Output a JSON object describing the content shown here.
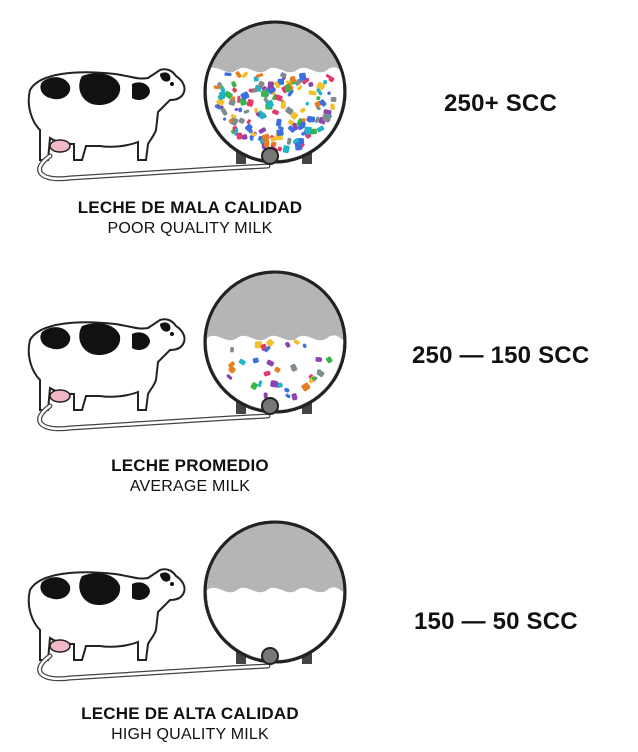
{
  "rows": [
    {
      "label_es": "LECHE DE MALA CALIDAD",
      "label_en": "POOR QUALITY MILK",
      "scc": "250+ SCC",
      "particle_level": "high"
    },
    {
      "label_es": "LECHE PROMEDIO",
      "label_en": "AVERAGE MILK",
      "scc": "250 — 150 SCC",
      "particle_level": "medium"
    },
    {
      "label_es": "LECHE DE ALTA CALIDAD",
      "label_en": "HIGH QUALITY MILK",
      "scc": "150 — 50 SCC",
      "particle_level": "none"
    }
  ],
  "colors": {
    "tank_fill": "#b5b5b5",
    "milk": "#ffffff",
    "outline": "#222222",
    "cow_spots": "#111111",
    "udder": "#f2b8c6",
    "particles": [
      "#e23b6b",
      "#3b6fe2",
      "#39b54a",
      "#f2c12e",
      "#8e44ad",
      "#1fb5c9",
      "#e67e22",
      "#7f8c8d"
    ]
  },
  "icons": [
    "cow-icon",
    "milk-tank-icon",
    "milk-hose-icon"
  ]
}
